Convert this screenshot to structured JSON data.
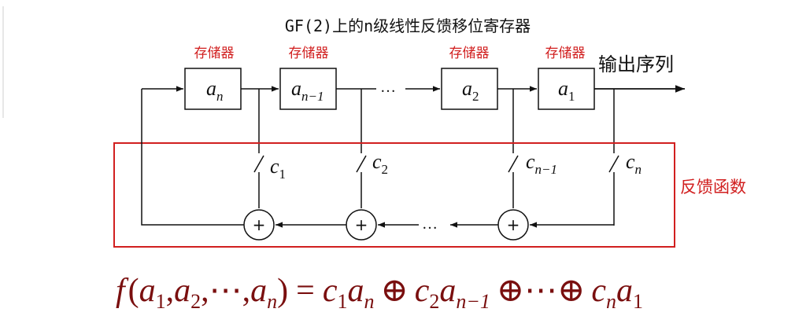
{
  "title": "GF(2)上的n级线性反馈移位寄存器",
  "memory_label": "存储器",
  "output_label": "输出序列",
  "feedback_label": "反馈函数",
  "registers": [
    {
      "symbol": "a",
      "sub": "n"
    },
    {
      "symbol": "a",
      "sub": "n−1"
    },
    {
      "symbol": "a",
      "sub": "2"
    },
    {
      "symbol": "a",
      "sub": "1"
    }
  ],
  "switches": [
    {
      "symbol": "c",
      "sub": "1"
    },
    {
      "symbol": "c",
      "sub": "2"
    },
    {
      "symbol": "c",
      "sub": "n−1"
    },
    {
      "symbol": "c",
      "sub": "n"
    }
  ],
  "adder_symbol": "+",
  "ellipsis": "…",
  "formula": {
    "f": "f",
    "lhs_args": [
      {
        "symbol": "a",
        "sub": "1"
      },
      {
        "symbol": "a",
        "sub": "2"
      },
      {
        "symbol": "a",
        "sub": "n"
      }
    ],
    "cdots": "⋯",
    "equals": "=",
    "xor": "⊕",
    "terms": [
      {
        "c": "c",
        "c_sub": "1",
        "a": "a",
        "a_sub": "n"
      },
      {
        "c": "c",
        "c_sub": "2",
        "a": "a",
        "a_sub": "n−1"
      },
      {
        "c": "c",
        "c_sub": "n",
        "a": "a",
        "a_sub": "1"
      }
    ]
  },
  "colors": {
    "annotation_red": "#d11f1f",
    "formula_red": "#7a0f0f",
    "line": "#111111"
  }
}
